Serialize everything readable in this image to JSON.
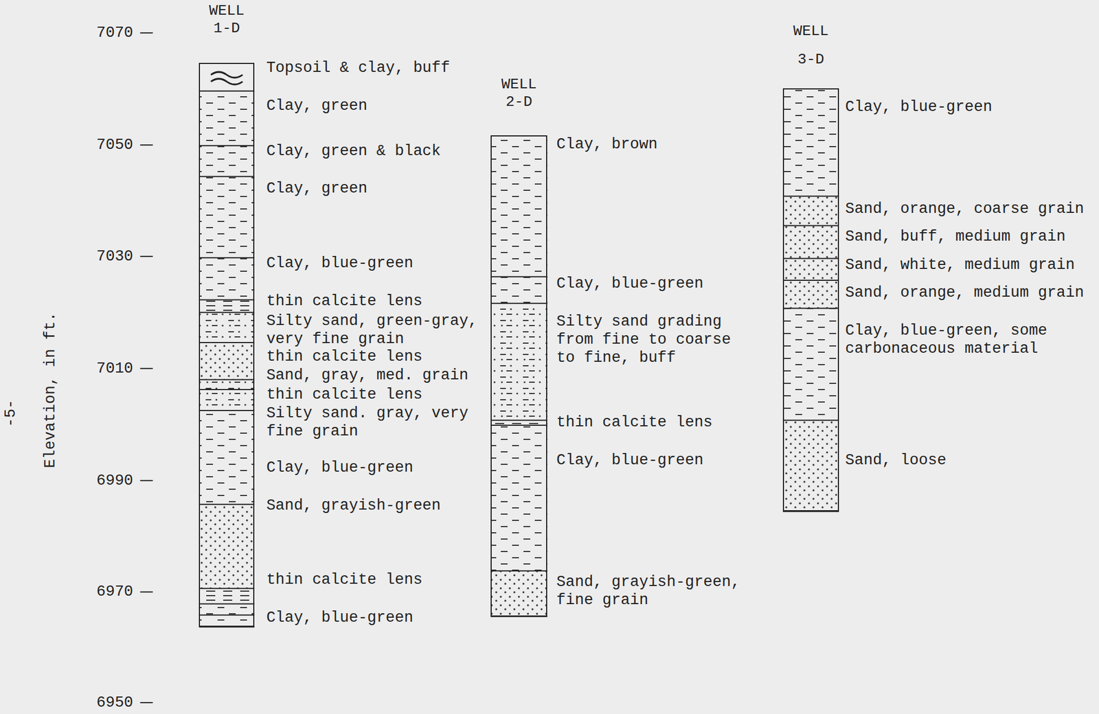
{
  "diagram": {
    "nodes": [
      {
        "text": [
          "WELL 1-D"
        ]
      },
      {
        "text": [
          "WELL 2-D"
        ]
      },
      {
        "text": [
          "WELL 3-D"
        ]
      }
    ],
    "labels": [
      "7070",
      "7050",
      "7030",
      "7010",
      "6990",
      "6970",
      "6950",
      "Elevation, in ft.",
      "-5-",
      "Topsoil & clay, buff",
      "Clay, green",
      "Clay, green & black",
      "Clay, green",
      "Clay, blue-green",
      "thin calcite lens",
      "Silty sand, green-gray, very fine grain",
      "thin calcite lens",
      "Sand, gray, med. grain",
      "thin calcite lens",
      "Silty sand. gray, very fine grain",
      "Clay, blue-green",
      "Sand, grayish-green",
      "thin calcite lens",
      "Clay, blue-green",
      "Clay, brown",
      "Clay, blue-green",
      "Silty sand grading from fine to coarse to fine, buff",
      "thin calcite lens",
      "Clay, blue-green",
      "Sand, grayish-green, fine grain",
      "Clay, blue-green",
      "Sand, orange, coarse grain",
      "Sand, buff, medium grain",
      "Sand, white, medium grain",
      "Sand, orange, medium grain",
      "Clay, blue-green, some carbonaceous material",
      "Sand, loose"
    ]
  }
}
